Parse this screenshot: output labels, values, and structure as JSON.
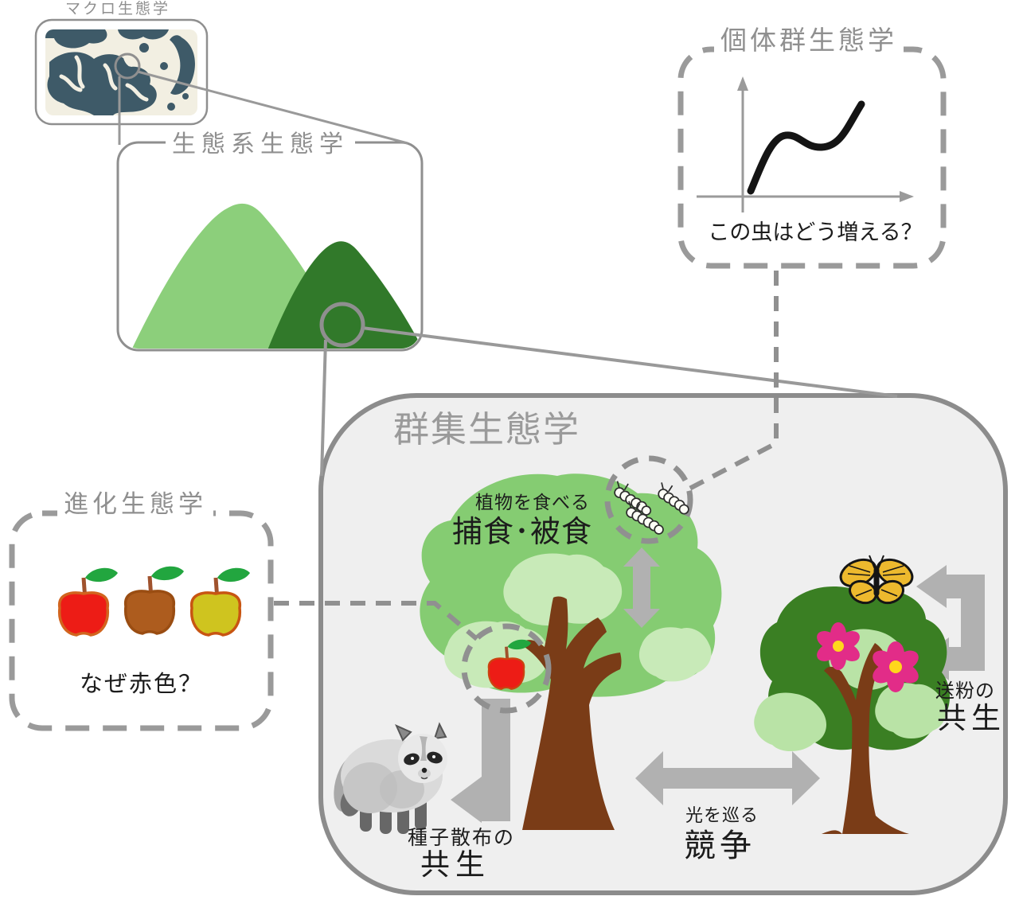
{
  "diagram_title": "ecology-subfields-diagram",
  "boxes": {
    "macro": {
      "label": "マクロ生態学"
    },
    "ecosystem": {
      "label": "生態系生態学"
    },
    "population": {
      "label": "個体群生態学",
      "caption": "この虫はどう増える？"
    },
    "evolution": {
      "label": "進化生態学",
      "caption": "なぜ赤色？"
    },
    "community": {
      "label": "群集生態学"
    }
  },
  "community_annotations": {
    "predation": {
      "sub": "植物を食べる",
      "main": "捕食･被食"
    },
    "seed_dispersal": {
      "sub": "種子散布の",
      "main": "共生"
    },
    "pollination": {
      "sub": "送粉の",
      "main": "共生"
    },
    "competition": {
      "sub": "光を巡る",
      "main": "競争"
    }
  },
  "icons": [
    "asia-map",
    "magnifier-circle",
    "two-mountains",
    "growth-curve-chart",
    "red-apple",
    "brown-apple",
    "yellow-apple",
    "caterpillars",
    "apple-on-tree",
    "broadleaf-tree",
    "flowering-tree",
    "tanuki",
    "monarch-butterfly",
    "pink-flower",
    "double-arrow",
    "elbow-arrow",
    "cycle-arrows"
  ],
  "colors": {
    "box_border_gray": "#8f8f8f",
    "community_fill": "#efefef",
    "community_border": "#8c8c8c",
    "label_gray": "#9a9a9a",
    "arrow_gray": "#b1b1b1",
    "dashed_gray": "#909090",
    "map_land": "#3e5a68",
    "map_sea": "#f2efe2",
    "mountain_light": "#8ccf7b",
    "mountain_dark": "#31792a",
    "foliage_mid": "#85cc72",
    "foliage_light": "#c8eab8",
    "foliage_dark": "#3a7f23",
    "trunk_brown": "#7a3c17",
    "apple_red": "#ed1c16",
    "apple_brown": "#ad5c1e",
    "apple_yellow": "#cfc41f",
    "leaf_green": "#22a63f",
    "flower_pink": "#e22c88",
    "flower_center": "#ffd71c",
    "butterfly_orange": "#edb92e",
    "curve_black": "#141414"
  }
}
